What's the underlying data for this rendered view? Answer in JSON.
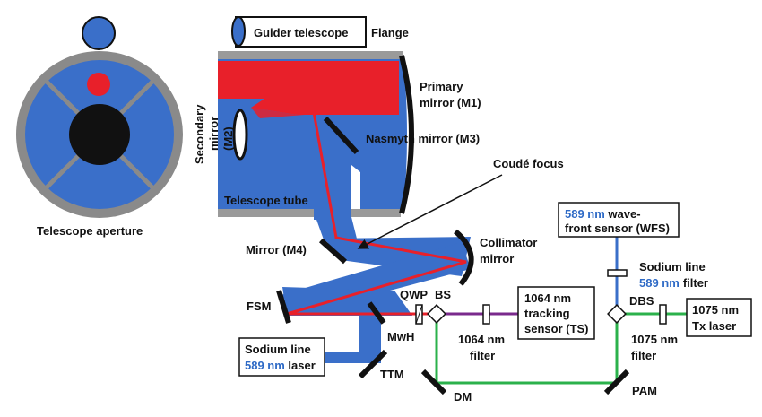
{
  "colors": {
    "beam_blue": "#3a6fc9",
    "beam_red": "#e8202a",
    "green": "#2bb14b",
    "purple": "#7a2a8c",
    "mirror": "#111111",
    "rim": "#8a8a8a",
    "label_blue": "#2e6ac6"
  },
  "labels": {
    "guider_telescope": "Guider telescope",
    "flange": "Flange",
    "primary_mirror_line1": "Primary",
    "primary_mirror_line2": "mirror (M1)",
    "secondary_mirror_line1": "Secondary",
    "secondary_mirror_line2": "mirror",
    "m2": "(M2)",
    "nasmyth": "Nasmyth mirror (M3)",
    "coude_focus": "Coudé focus",
    "telescope_tube": "Telescope tube",
    "telescope_aperture": "Telescope aperture",
    "mirror_m4": "Mirror (M4)",
    "collimator_line1": "Collimator",
    "collimator_line2": "mirror",
    "fsm": "FSM",
    "qwp": "QWP",
    "bs": "BS",
    "mwh": "MwH",
    "ttm": "TTM",
    "dm": "DM",
    "pam": "PAM",
    "dbs": "DBS",
    "filter_1064_nm": "1064 nm",
    "filter_1064_word": "filter",
    "filter_1075_nm": "1075 nm",
    "filter_1075_word": "filter",
    "sodium_filter_line1": "Sodium line",
    "sodium_filter_nm": "589 nm",
    "sodium_filter_word": "filter"
  },
  "boxes": {
    "wfs": {
      "line1_blue": "589 nm",
      "line1_rest": " wave-",
      "line2": "front sensor (WFS)"
    },
    "ts": {
      "line1": "1064 nm",
      "line2": "tracking",
      "line3": "sensor (TS)"
    },
    "tx": {
      "line1": "1075 nm",
      "line2": "Tx laser"
    },
    "sodium_laser": {
      "line1": "Sodium line",
      "line2_blue": "589 nm",
      "line2_rest": " laser"
    }
  }
}
